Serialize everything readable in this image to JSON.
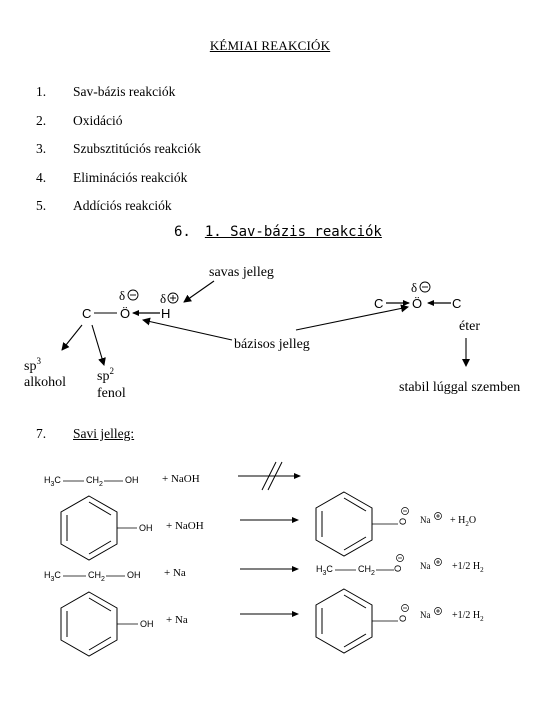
{
  "title": "KÉMIAI REAKCIÓK",
  "list": [
    {
      "num": "1.",
      "label": "Sav-bázis reakciók"
    },
    {
      "num": "2.",
      "label": "Oxidáció"
    },
    {
      "num": "3.",
      "label": "Szubsztitúciós reakciók"
    },
    {
      "num": "4.",
      "label": "Eliminációs reakciók"
    },
    {
      "num": "5.",
      "label": "Addíciós reakciók"
    }
  ],
  "section6": {
    "num": "6.",
    "label": "1. Sav-bázis reakciók"
  },
  "diagram": {
    "acid_character": "savas jelleg",
    "base_character": "bázisos jelleg",
    "ether": "éter",
    "stable": "stabil lúggal szemben",
    "sp3": "sp",
    "sp3_sup": "3",
    "alcohol": "alkohol",
    "sp2": "sp",
    "sp2_sup": "2",
    "phenol": "fenol",
    "delta": "δ",
    "c": "C",
    "o": "Ö",
    "h": "H"
  },
  "section7": {
    "num": "7.",
    "label": "Savi jelleg:"
  },
  "reactions": {
    "ethanol_left": "H",
    "ch2": "CH",
    "oh": "OH",
    "o": "O",
    "naoh": "+ NaOH",
    "na": "+ Na",
    "na_ion": "Na",
    "h2o": "+ H",
    "h2o_o": "O",
    "h2": "+1/2 H",
    "sub2": "2",
    "sub3": "3",
    "c": "C"
  }
}
